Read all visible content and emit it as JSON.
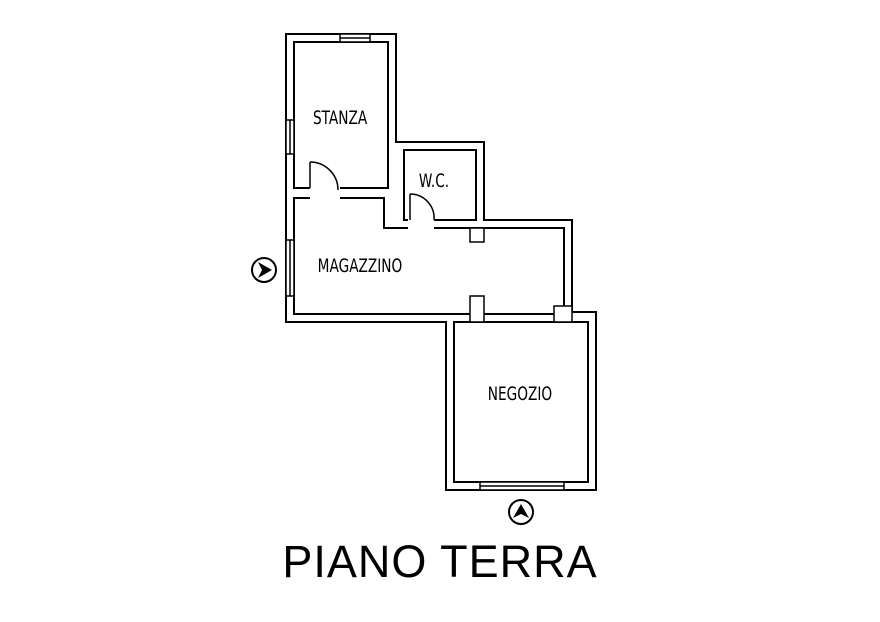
{
  "rooms": {
    "stanza": "STANZA",
    "wc": "W.C.",
    "magazzino": "MAGAZZINO",
    "negozio": "NEGOZIO"
  },
  "title": "PIANO TERRA",
  "icons": {
    "entrance": "entrance-arrow-icon"
  }
}
